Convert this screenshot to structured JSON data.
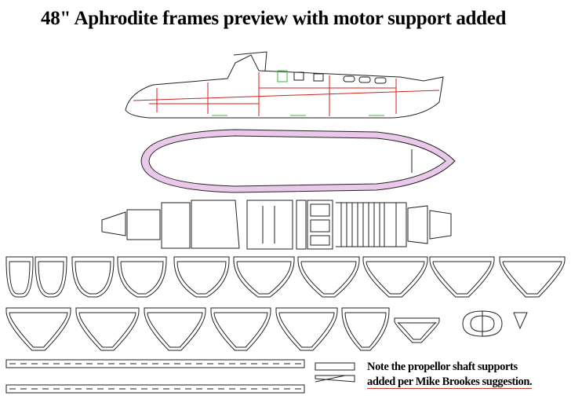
{
  "title": "48\" Aphrodite frames preview with motor support added",
  "note": {
    "line1": "Note the propellor shaft supports",
    "line2": "added per Mike Brookes suggestion."
  },
  "colors": {
    "line": "#222222",
    "red": "#cc2222",
    "pink": "#d9a6d9",
    "green": "#33bb33"
  }
}
